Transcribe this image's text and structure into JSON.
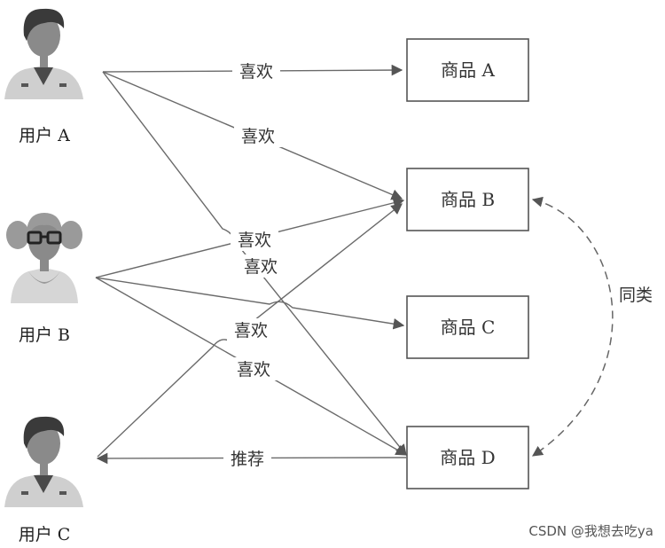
{
  "users": [
    {
      "id": "a",
      "label": "用户 A",
      "avatar": "male-user-icon"
    },
    {
      "id": "b",
      "label": "用户 B",
      "avatar": "female-user-with-glasses-icon"
    },
    {
      "id": "c",
      "label": "用户 C",
      "avatar": "male-user-icon"
    }
  ],
  "items": [
    {
      "id": "a",
      "label": "商品 A"
    },
    {
      "id": "b",
      "label": "商品 B"
    },
    {
      "id": "c",
      "label": "商品 C"
    },
    {
      "id": "d",
      "label": "商品 D"
    }
  ],
  "edges": [
    {
      "from": "user-a",
      "to": "item-a",
      "label": "喜欢"
    },
    {
      "from": "user-a",
      "to": "item-b",
      "label": "喜欢"
    },
    {
      "from": "user-a",
      "to": "item-d",
      "label": ""
    },
    {
      "from": "user-b",
      "to": "item-b",
      "label": "喜欢"
    },
    {
      "from": "user-b",
      "to": "item-c",
      "label": ""
    },
    {
      "from": "user-b",
      "to": "item-d",
      "label": "喜欢"
    },
    {
      "from": "user-c",
      "to": "item-b",
      "label": "喜欢"
    },
    {
      "from": "item-d",
      "to": "user-c",
      "label": "推荐"
    }
  ],
  "extra_labels": {
    "like_label": "喜欢"
  },
  "similar_link": {
    "between": [
      "item-b",
      "item-d"
    ],
    "label": "同类"
  },
  "watermark": "CSDN @我想去吃ya",
  "colors": {
    "line": "#6a6a6a",
    "box_border": "#555555",
    "text": "#333333"
  }
}
